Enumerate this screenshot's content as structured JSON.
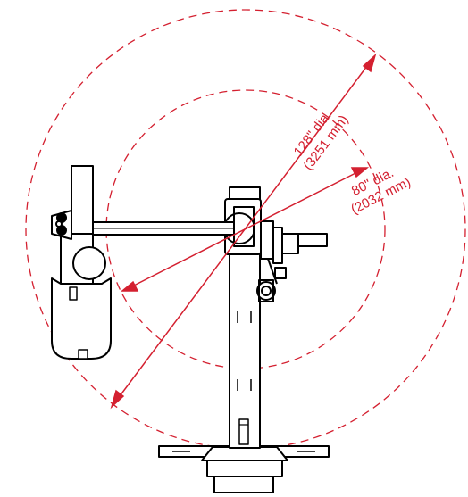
{
  "dimensions": {
    "outer": {
      "diameter": "128\" dia.",
      "metric": "(3251 mm)"
    },
    "inner": {
      "diameter": "80\" dia.",
      "metric": "(2032 mm)"
    }
  },
  "colors": {
    "dimension": "#d42030",
    "drawing": "#000000"
  }
}
